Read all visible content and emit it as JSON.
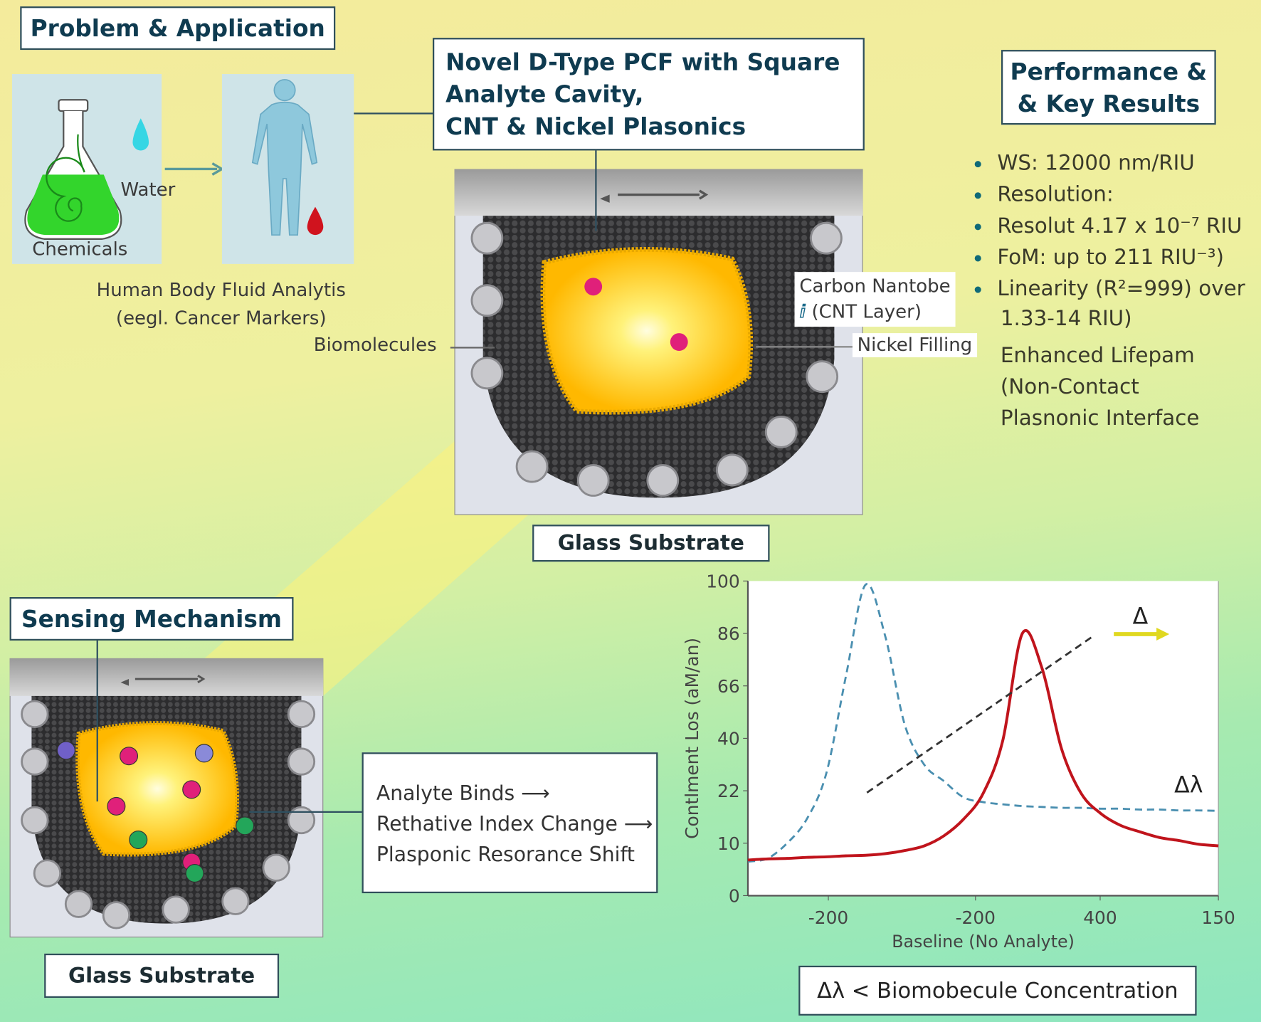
{
  "problem": {
    "title": "Problem & Application",
    "water_label": "Water",
    "chemicals_label": "Chemicals",
    "body_fluid_line1": "Human Body Fluid Analytis",
    "body_fluid_line2": "(eegl. Cancer Markers)",
    "biomolecules_label": "Biomolecules"
  },
  "design": {
    "title_lines": [
      "Novel D-Type PCF with Square",
      "Analyte Cavity,",
      "CNT & Nickel Plasonics"
    ],
    "cnt_label_line1": "Carbon Nantobe",
    "cnt_label_line2": "(CNT Layer)",
    "nickel_label": "Nickel Filling",
    "substrate_label": "Glass Substrate"
  },
  "performance": {
    "title_line1": "Performance &",
    "title_line2": "& Key Results",
    "bullets": [
      "WS: 12000 nm/RIU",
      "Resolution:",
      "Resolut 4.17 x 10⁻⁷ RIU",
      "FoM: up to 211 RIU⁻³)",
      "Linearity (R²=999) over"
    ],
    "continuation": [
      "1.33-14 RIU)",
      "Enhanced Lifepam",
      "(Non-Contact",
      "Plasnonic Interface"
    ]
  },
  "sensing": {
    "title": "Sensing Mechanism",
    "steps": [
      "Analyte Binds ⟶",
      "Rethative Index Change ⟶",
      "Plasponic Resorance Shift"
    ],
    "substrate_label": "Glass Substrate"
  },
  "footer_box": "Δλ < Biomobecule Concentration",
  "colors": {
    "title_text": "#0f3b50",
    "bullet": "#0f6a78",
    "baseline_curve": "#4a8fb0",
    "shifted_curve": "#c0141c",
    "shift_arrow": "#e0d820",
    "analyte_core": "#ffc000"
  },
  "chart_data": {
    "type": "line",
    "title": "",
    "ylabel": "Contlment Los (aM/an)",
    "xlabel": "Baseline (No Analyte)",
    "y_tick_labels": [
      "0",
      "10",
      "22",
      "40",
      "66",
      "86",
      "100"
    ],
    "x_tick_labels": [
      "-200",
      "-200",
      "400",
      "150"
    ],
    "ylim": [
      0,
      100
    ],
    "grid": false,
    "series": [
      {
        "style": "dashed",
        "color": "#4a8fb0",
        "values": [
          6.5,
          7.1,
          10,
          15.5,
          28,
          69.7,
          99,
          85.1,
          46.8,
          30.9,
          25.3,
          20.5,
          19.4,
          18.9,
          18.5,
          18.3,
          18.1,
          18.1,
          17.9,
          17.9,
          17.7,
          17.7,
          17.5,
          17.5,
          17.4
        ]
      },
      {
        "style": "solid",
        "color": "#c0141c",
        "values": [
          6.8,
          7,
          7.1,
          7.3,
          7.4,
          7.6,
          7.7,
          8,
          8.6,
          9.5,
          11.7,
          15.5,
          21.4,
          39.2,
          86,
          72.8,
          36.4,
          21.4,
          16.8,
          14.1,
          12.6,
          11.3,
          10.6,
          9.8,
          9.5
        ]
      }
    ],
    "annotations": [
      "Δ",
      "Δλ"
    ]
  }
}
